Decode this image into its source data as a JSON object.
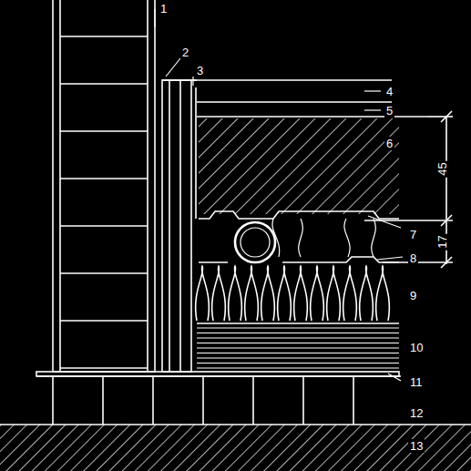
{
  "diagram": {
    "labels": [
      "1",
      "2",
      "3",
      "4",
      "5",
      "6",
      "7",
      "8",
      "9",
      "10",
      "11",
      "12",
      "13",
      "45",
      "17"
    ]
  }
}
